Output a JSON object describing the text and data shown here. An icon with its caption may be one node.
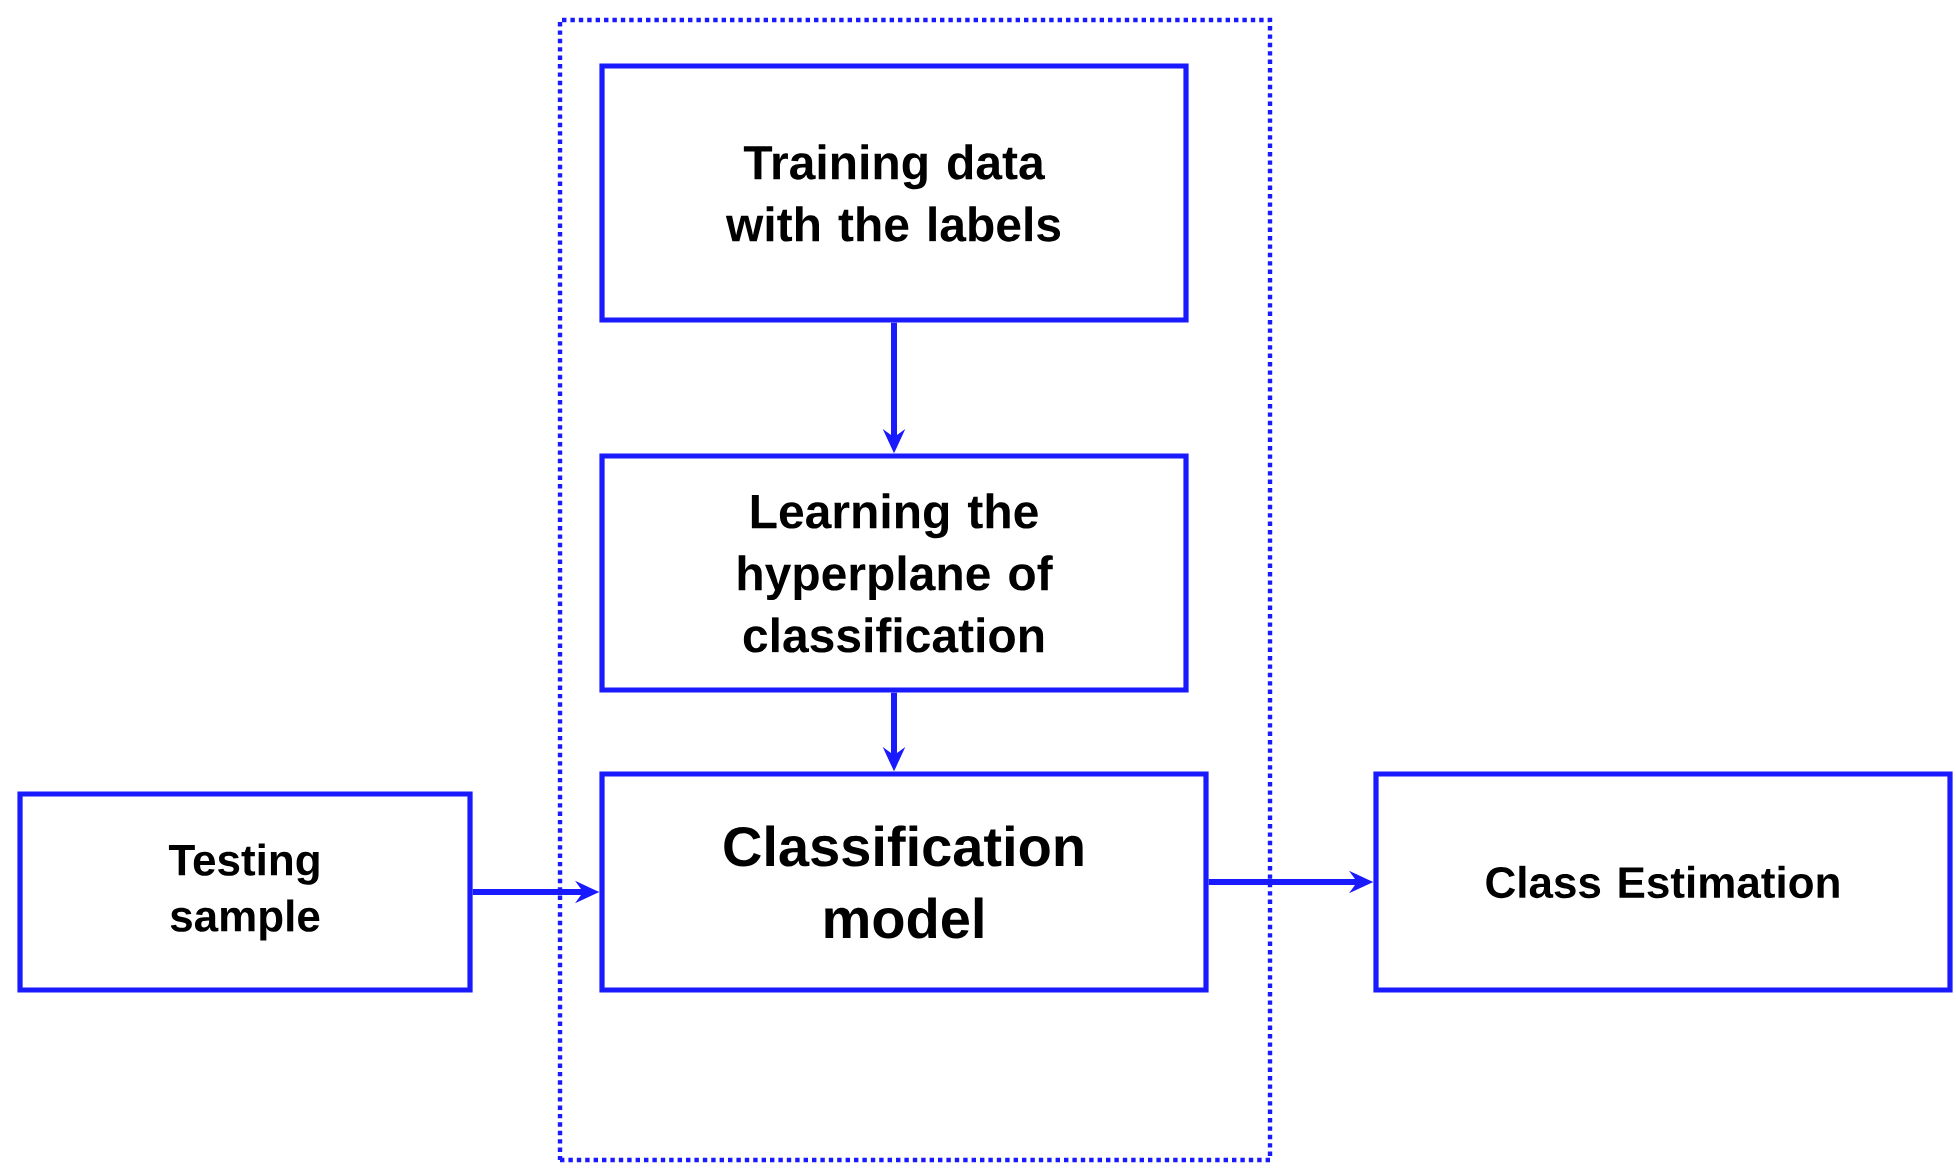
{
  "diagram": {
    "nodes": [
      {
        "text": [],
        "shape": "box"
      },
      {
        "text": [
          "Training data with the labels"
        ],
        "in": 0
      },
      {
        "text": [
          "Learning the hyperplane of classification"
        ],
        "in": 0
      },
      {
        "text": [
          "Classification model"
        ],
        "in": 0
      },
      {
        "text": [
          "Testing sample"
        ]
      },
      {
        "text": [
          "Class Estimation"
        ]
      }
    ],
    "edges": [
      {
        "from": 1,
        "to": 2,
        "arrow": "to"
      },
      {
        "from": 2,
        "to": 3,
        "arrow": "to"
      },
      {
        "from": 4,
        "to": 3,
        "arrow": "to"
      },
      {
        "from": 3,
        "to": 5,
        "arrow": "to"
      }
    ]
  }
}
